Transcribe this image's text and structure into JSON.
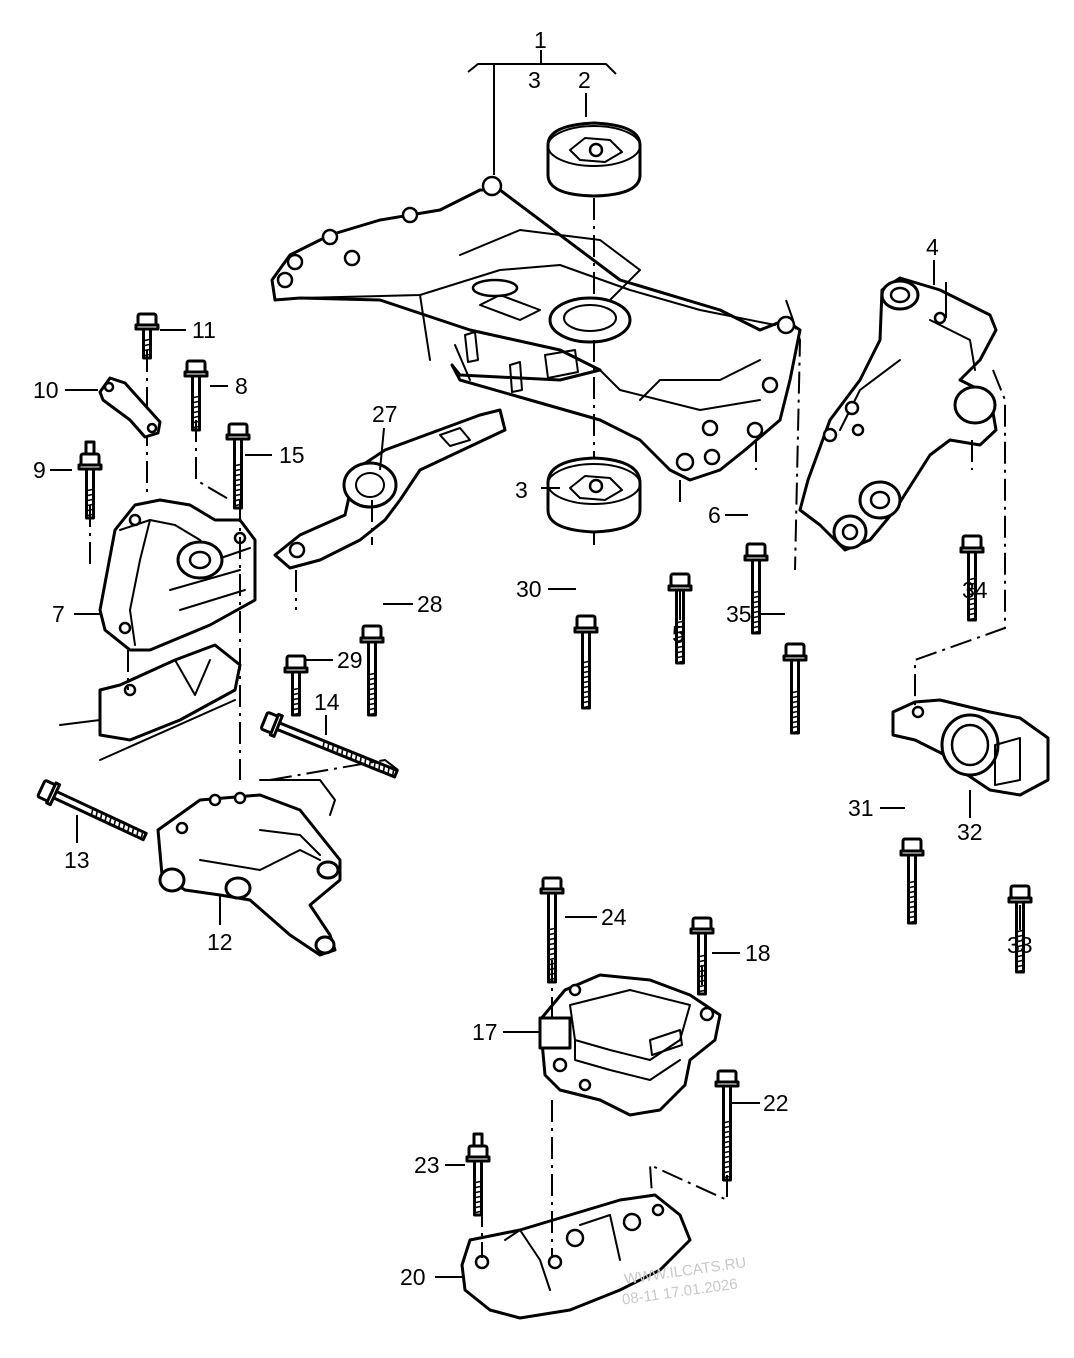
{
  "diagram": {
    "labels": {
      "p1": "1",
      "p2": "2",
      "p3a": "3",
      "p3b": "3",
      "p4": "4",
      "p5": "5",
      "p6": "6",
      "p7": "7",
      "p8": "8",
      "p9": "9",
      "p10": "10",
      "p11": "11",
      "p12": "12",
      "p13": "13",
      "p14": "14",
      "p15": "15",
      "p17": "17",
      "p18": "18",
      "p20": "20",
      "p22": "22",
      "p23": "23",
      "p24": "24",
      "p27": "27",
      "p28": "28",
      "p29": "29",
      "p30": "30",
      "p31": "31",
      "p32": "32",
      "p33": "33",
      "p34": "34",
      "p35": "35"
    },
    "watermark": {
      "line1": "WWW.ILCATS.RU",
      "line2": "08-11 17.01.2026"
    }
  }
}
